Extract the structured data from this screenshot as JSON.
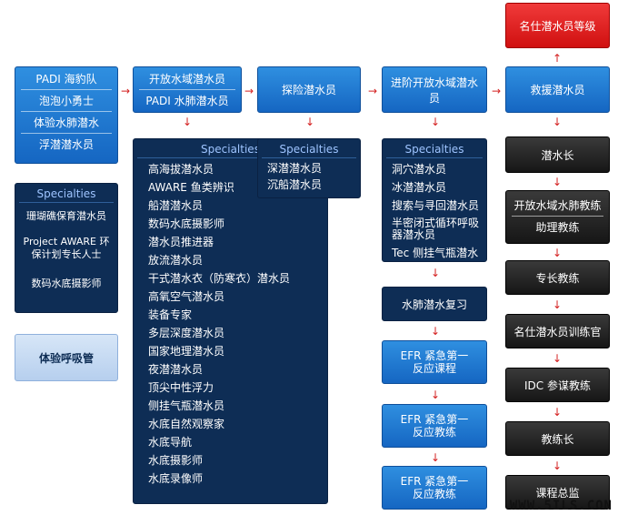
{
  "col1": {
    "entry": [
      "PADI 海豹队",
      "泡泡小勇士",
      "体验水肺潜水",
      "浮潜潜水员"
    ],
    "spec_title": "Specialties",
    "spec_items": [
      "珊瑚礁保育潜水员",
      "Project AWARE 环保计划专长人士",
      "数码水底摄影师"
    ],
    "snorkel": "体验呼吸管"
  },
  "col2": {
    "main": [
      "开放水域潜水员",
      "PADI 水肺潜水员"
    ],
    "spec_title": "Specialties",
    "spec_items": [
      "高海拔潜水员",
      "AWARE 鱼类辨识",
      "船潜潜水员",
      "数码水底摄影师",
      "潜水员推进器",
      "放流潜水员",
      "干式潜水衣（防寒衣）潜水员",
      "高氧空气潜水员",
      "装备专家",
      "多层深度潜水员",
      "国家地理潜水员",
      "夜潜潜水员",
      "顶尖中性浮力",
      "侧挂气瓶潜水员",
      "水底自然观察家",
      "水底导航",
      "水底摄影师",
      "水底录像师"
    ]
  },
  "col3": {
    "main": "探险潜水员",
    "spec_title": "Specialties",
    "spec_items": [
      "深潜潜水员",
      "沉船潜水员"
    ]
  },
  "col4": {
    "main": "进阶开放水域潜水员",
    "spec_title": "Specialties",
    "spec_items": [
      "洞穴潜水员",
      "冰潜潜水员",
      "搜索与寻回潜水员",
      "半密闭式循环呼吸器潜水员",
      "Tec 侧挂气瓶潜水员"
    ],
    "review": "水肺潜水复习",
    "efr1": "EFR 紧急第一反应课程",
    "efr2": "EFR 紧急第一反应教练",
    "efr3": "EFR 紧急第一反应教练"
  },
  "col5": {
    "master": "名仕潜水员等级",
    "rescue": "救援潜水员",
    "divemaster": "潜水长",
    "assistant": [
      "开放水域水肺教练",
      "助理教练"
    ],
    "specialty_instructor": "专长教练",
    "msdt": "名仕潜水员训练官",
    "idc_staff": "IDC 参谋教练",
    "master_instructor": "教练长",
    "course_director": "课程总监"
  },
  "watermark": "WWW.5ILS.CON",
  "colors": {
    "blue": "#1a73d0",
    "navy": "#0e2d55",
    "dark": "#1f1f1f",
    "red": "#e02020",
    "arrow": "#d42020"
  }
}
